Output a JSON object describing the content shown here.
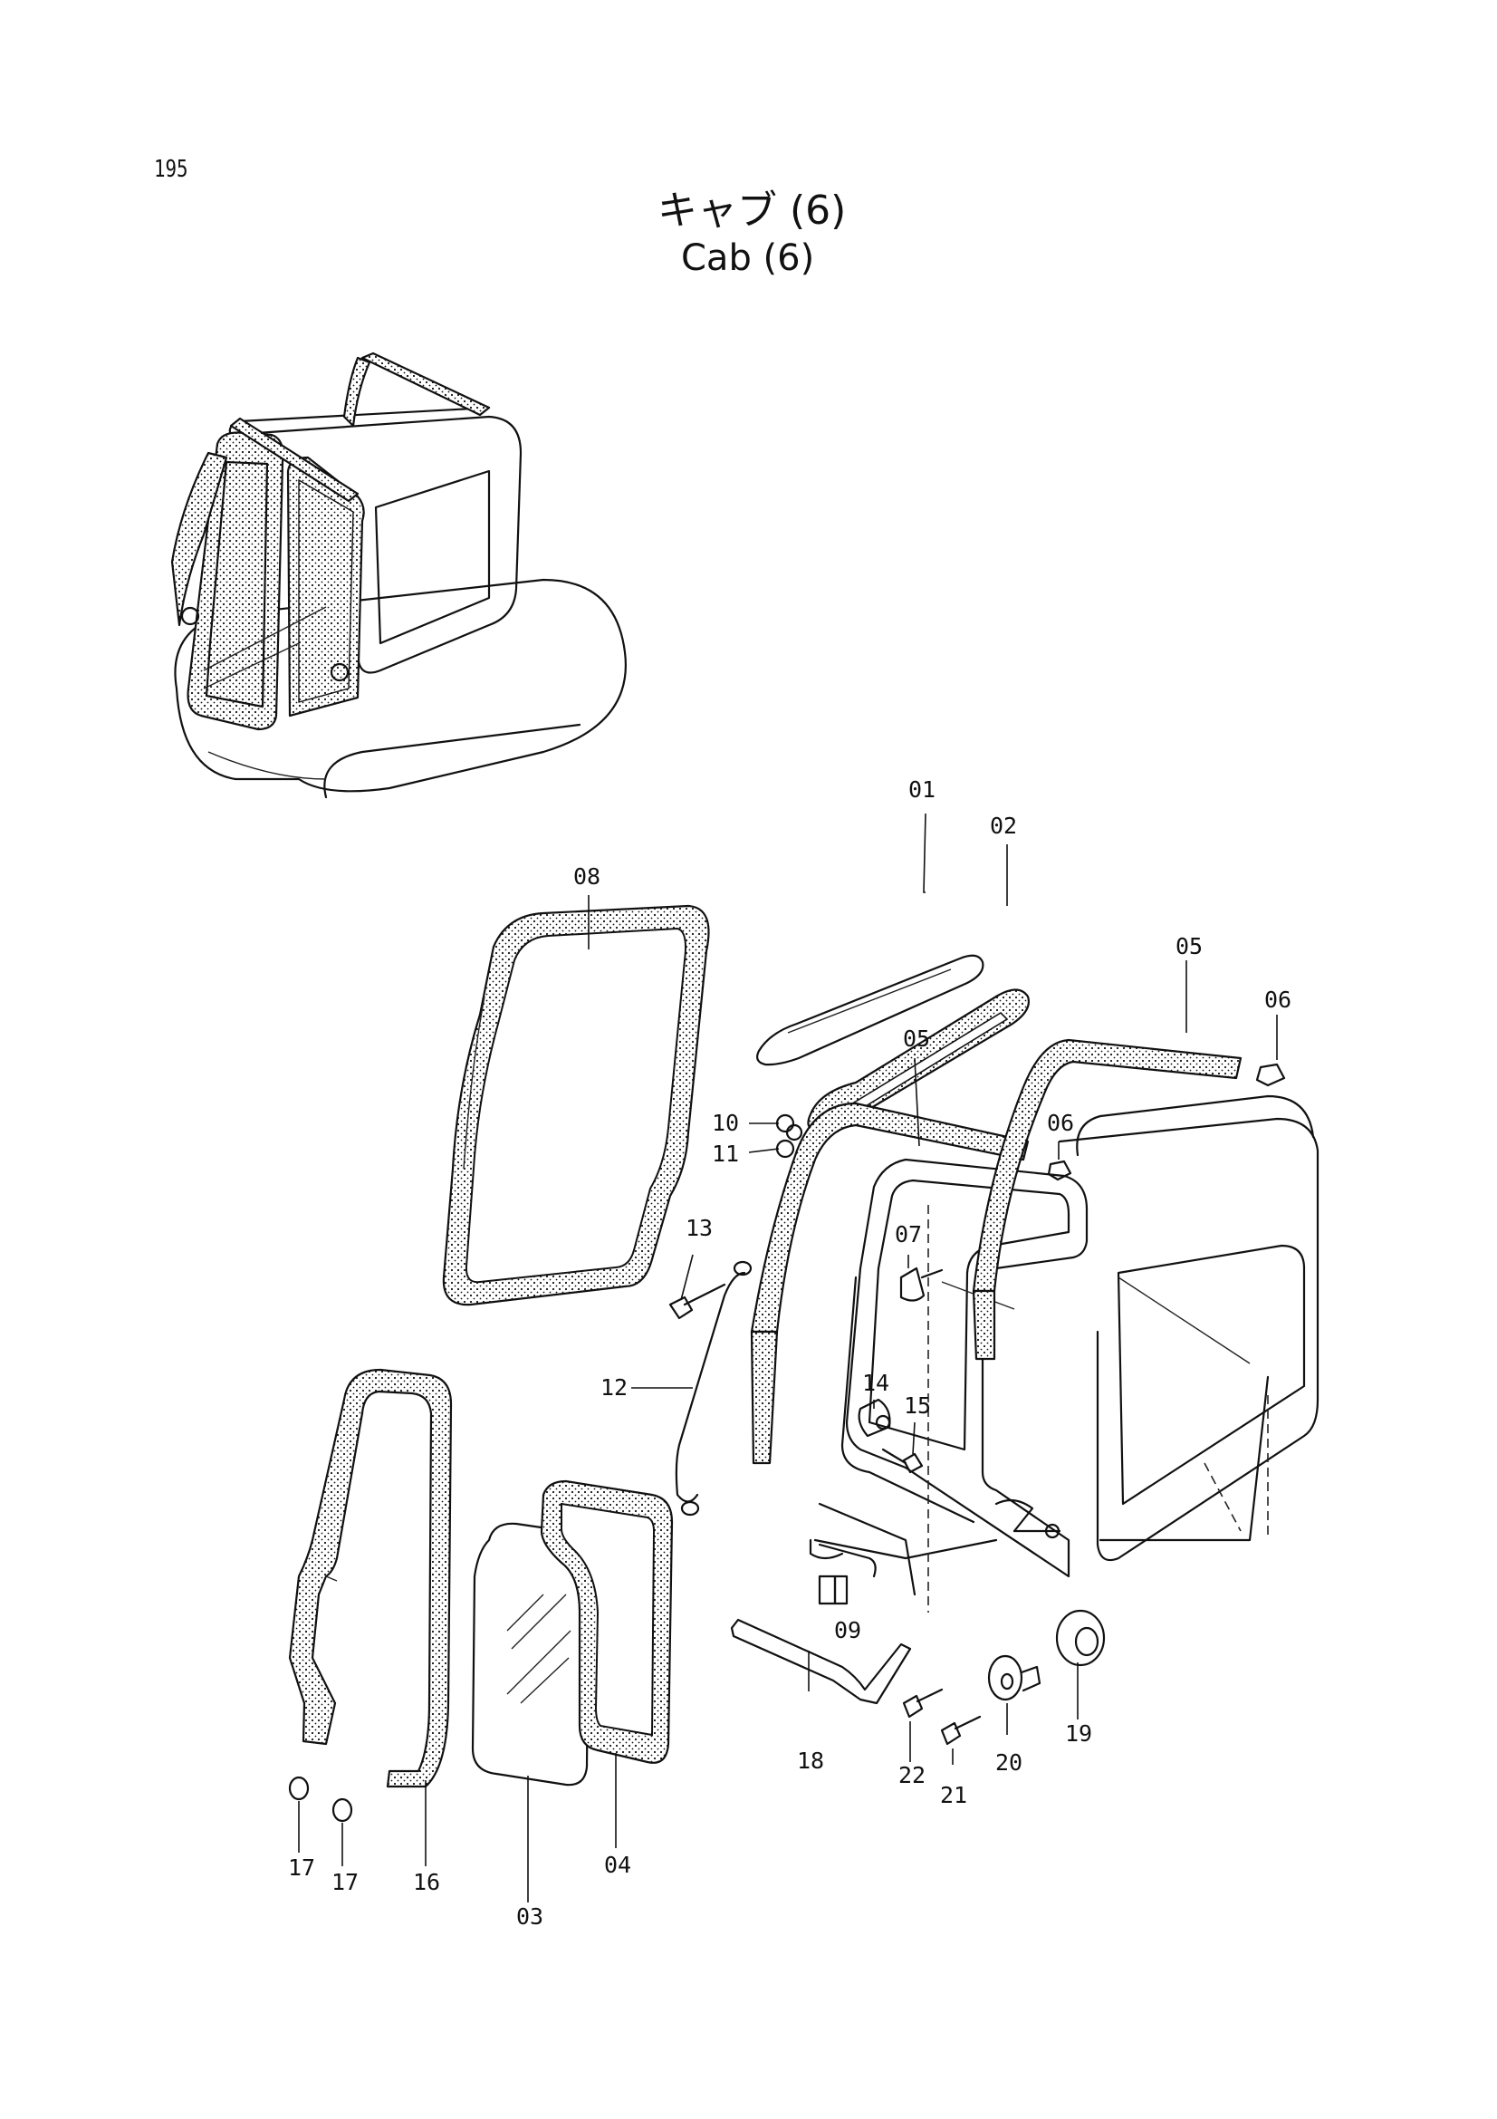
{
  "page_number": "195",
  "title_jp": "キャブ (6)",
  "title_en": "Cab (6)",
  "part_labels": {
    "p01": "01",
    "p02": "02",
    "p03": "03",
    "p04": "04",
    "p05a": "05",
    "p05b": "05",
    "p06a": "06",
    "p06b": "06",
    "p07": "07",
    "p08": "08",
    "p09": "09",
    "p10": "10",
    "p11": "11",
    "p12": "12",
    "p13": "13",
    "p14": "14",
    "p15": "15",
    "p16": "16",
    "p17a": "17",
    "p17b": "17",
    "p18": "18",
    "p19": "19",
    "p20": "20",
    "p21": "21",
    "p22": "22"
  }
}
